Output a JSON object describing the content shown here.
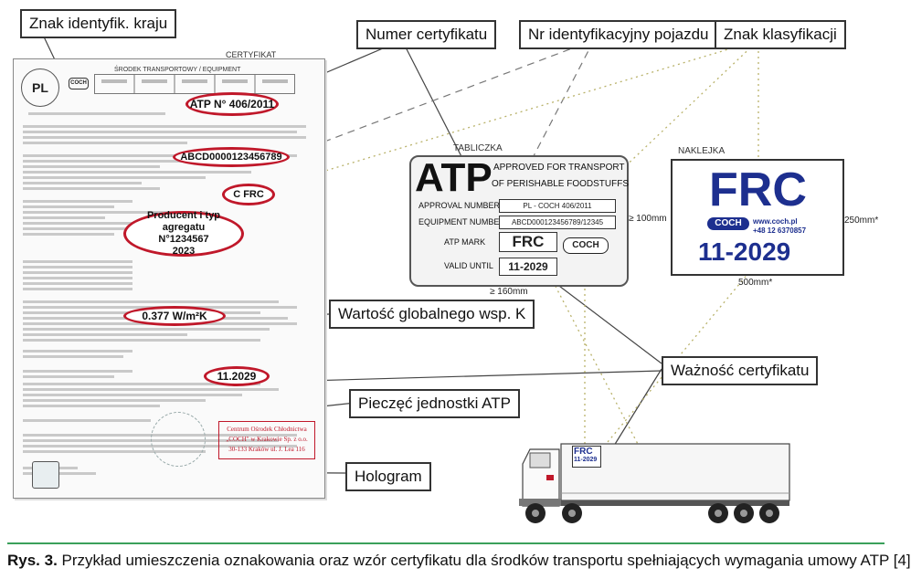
{
  "callouts": {
    "country": "Znak identyfik. kraju",
    "cert_number": "Numer certyfikatu",
    "vehicle_id": "Nr identyfikacyjny pojazdu",
    "class_mark": "Znak klasyfikacji",
    "k_value": "Wartość globalnego wsp. K",
    "validity": "Ważność certyfikatu",
    "stamp": "Pieczęć jednostki ATP",
    "hologram": "Hologram"
  },
  "certificate": {
    "title": "CERTYFIKAT",
    "country_code": "PL",
    "brand": "COCH",
    "header_line": "ŚRODEK TRANSPORTOWY / EQUIPMENT",
    "number": "ATP N° 406/2011",
    "vin": "ABCD0000123456789",
    "class": "C FRC",
    "producer_title": "Producent i typ agregatu",
    "producer_no": "N°1234567",
    "producer_year": "2023",
    "k_value": "0.377 W/m²K",
    "valid_until": "11.2029",
    "stamp_line1": "Centrum Ośrodek Chłodnictwa",
    "stamp_line2": "„COCH\" w Krakowie Sp. z o.o.",
    "stamp_line3": "30-133 Kraków ul. J. Lea 116"
  },
  "plate": {
    "label": "TABLICZKA",
    "big": "ATP",
    "approved1": "APPROVED FOR TRANSPORT",
    "approved2": "OF PERISHABLE FOODSTUFFS",
    "approval_label": "APPROVAL NUMBER",
    "approval_value": "PL - COCH 406/2011",
    "equipment_label": "EQUIPMENT NUMBER",
    "equipment_value": "ABCD000123456789/12345",
    "mark_label": "ATP MARK",
    "mark_value": "FRC",
    "valid_label": "VALID UNTIL",
    "valid_value": "11-2029",
    "brand": "COCH",
    "height_dim": "≥ 100mm",
    "width_dim": "≥ 160mm"
  },
  "sticker": {
    "label": "NAKLEJKA",
    "code": "FRC",
    "brand": "COCH",
    "url": "www.coch.pl",
    "phone": "+48 12 6370857",
    "date": "11-2029",
    "height_dim": "250mm*",
    "width_dim": "500mm*"
  },
  "truck": {
    "code": "FRC",
    "date": "11-2029"
  },
  "caption": {
    "prefix": "Rys. 3.",
    "text": " Przykład umieszczenia oznakowania oraz wzór certyfikatu dla środków transportu spełniających wymagania umowy ATP [4]"
  },
  "colors": {
    "accent_red": "#c0182a",
    "brand_blue": "#1d2f8f",
    "rule_green": "#3aa05a"
  }
}
